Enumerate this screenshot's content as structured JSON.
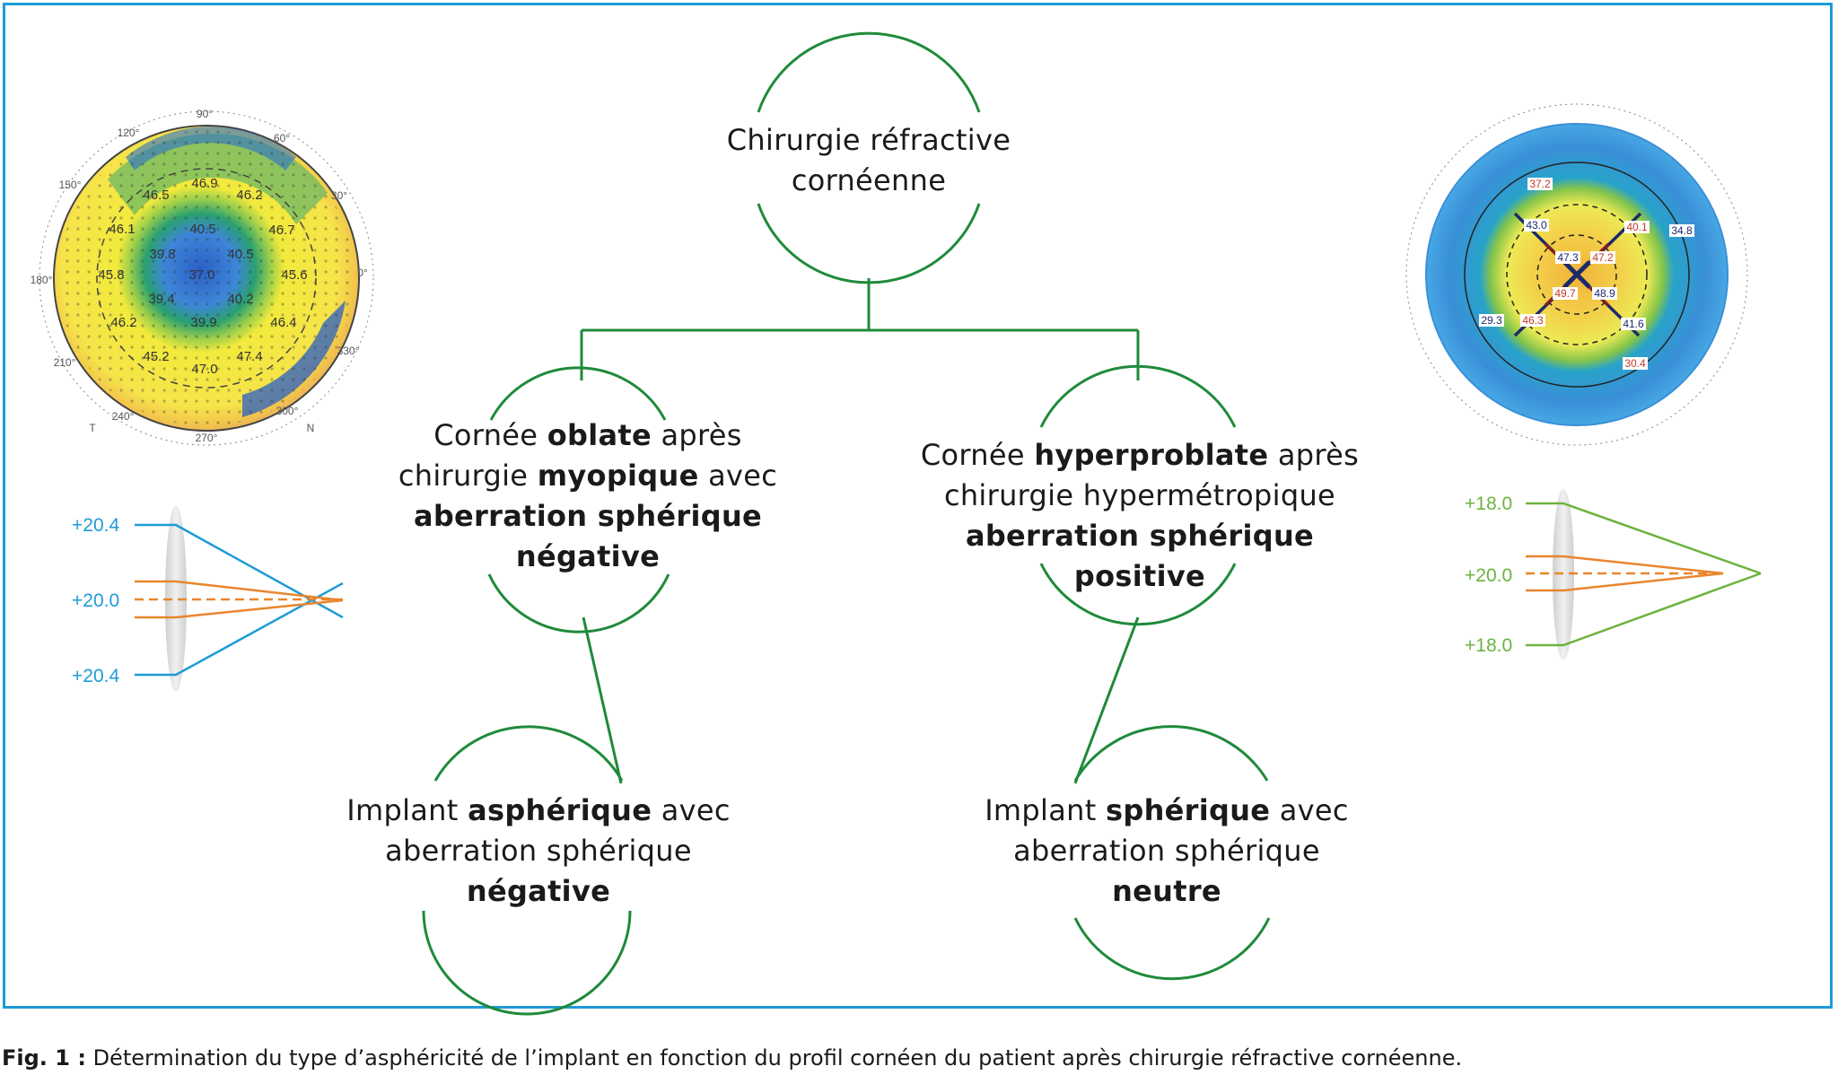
{
  "nodes": {
    "root": {
      "line1": "Chirurgie réfractive",
      "line2": "cornéenne"
    },
    "oblate": {
      "l1_pre": "Cornée ",
      "l1_bold": "oblate",
      "l1_post": " après",
      "l2_pre": "chirurgie ",
      "l2_bold": "myopique",
      "l2_post": " avec",
      "l3_bold": "aberration sphérique",
      "l4_bold": "négative"
    },
    "hyper": {
      "l1_pre": "Cornée ",
      "l1_bold": "hyperproblate",
      "l1_post": " après",
      "l2": "chirurgie hypermétropique",
      "l3_bold": "aberration sphérique positive"
    },
    "implant_asph": {
      "l1_pre": "Implant ",
      "l1_bold": "asphérique",
      "l1_post": " avec",
      "l2": "aberration sphérique",
      "l3_bold": "négative"
    },
    "implant_sph": {
      "l1_pre": "Implant ",
      "l1_bold": "sphérique",
      "l1_post": " avec",
      "l2": "aberration sphérique",
      "l3_bold": "neutre"
    }
  },
  "left_topography": {
    "values": [
      "46.9",
      "46.5",
      "46.2",
      "46.1",
      "46.7",
      "40.5",
      "39.8",
      "40.5",
      "45.8",
      "37.0",
      "45.6",
      "39.4",
      "40.2",
      "46.2",
      "39.9",
      "46.4",
      "45.2",
      "47.4",
      "47.0"
    ],
    "angles": [
      "90°",
      "120°",
      "60°",
      "150°",
      "30°",
      "180°",
      "0°",
      "210°",
      "330°",
      "240°",
      "300°",
      "270°",
      "T",
      "N"
    ]
  },
  "right_topography": {
    "values": [
      "37.2",
      "43.0",
      "40.1",
      "34.8",
      "47.3",
      "47.2",
      "49.7",
      "48.9",
      "29.3",
      "46.3",
      "41.6",
      "30.4"
    ]
  },
  "left_lens_labels": {
    "top": "+20.4",
    "mid": "+20.0",
    "bottom": "+20.4"
  },
  "right_lens_labels": {
    "top": "+18.0",
    "mid": "+20.0",
    "bottom": "+18.0"
  },
  "colors": {
    "frame": "#1e9bd7",
    "node": "#1f8a3a",
    "blue_ray": "#1e9bd7",
    "orange_ray": "#e8862c",
    "green_ray": "#6cb33f"
  },
  "caption": {
    "label": "Fig. 1 :",
    "text": " Détermination du type d’asphéricité de l’implant en fonction du profil cornéen du patient après chirurgie réfractive cornéenne."
  }
}
